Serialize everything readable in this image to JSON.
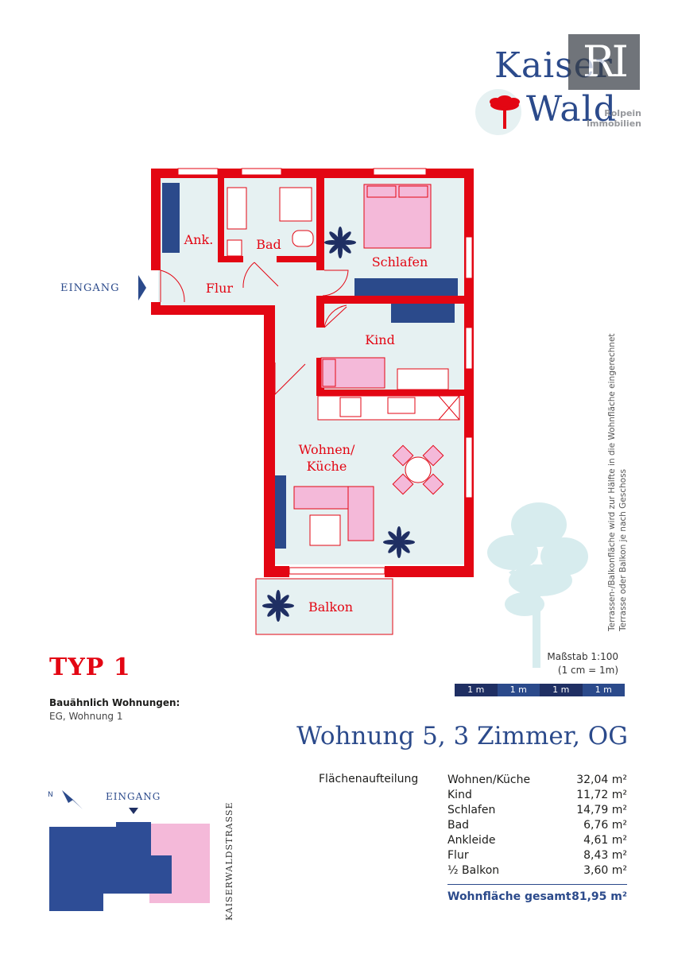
{
  "logo": {
    "line1": "Kaiser",
    "line2": "Wald",
    "overlay_mark": "RI",
    "overlay_line1": "Rolpein",
    "overlay_line2": "Immobilien"
  },
  "plan": {
    "entrance": "EINGANG",
    "rooms": {
      "ankleide": "Ank.",
      "bad": "Bad",
      "flur": "Flur",
      "schlafen": "Schlafen",
      "kind": "Kind",
      "wohnen_line1": "Wohnen/",
      "wohnen_line2": "Küche",
      "balkon": "Balkon"
    }
  },
  "side_note": {
    "line1": "Terrassen-/Balkonfläche wird zur Hälfte in die Wohnfläche eingerechnet",
    "line2": "Terrasse oder Balkon je nach Geschoss"
  },
  "scale": {
    "label": "Maßstab 1:100",
    "sub": "(1 cm = 1m)",
    "segments": [
      "1 m",
      "1 m",
      "1 m",
      "1 m"
    ],
    "segment_colors": [
      "#1f2f63",
      "#2b4a8b",
      "#1f2f63",
      "#2b4a8b"
    ]
  },
  "type": {
    "title": "TYP 1",
    "similar_heading": "Bauähnlich Wohnungen:",
    "similar_value": "EG, Wohnung 1"
  },
  "apartment_title": "Wohnung 5, 3 Zimmer, OG",
  "areas": {
    "heading": "Flächenaufteilung",
    "rows": [
      {
        "room": "Wohnen/Küche",
        "value": "32,04 m²"
      },
      {
        "room": "Kind",
        "value": "11,72 m²"
      },
      {
        "room": "Schlafen",
        "value": "14,79 m²"
      },
      {
        "room": "Bad",
        "value": "6,76 m²"
      },
      {
        "room": "Ankleide",
        "value": "4,61 m²"
      },
      {
        "room": "Flur",
        "value": "8,43 m²"
      },
      {
        "room": "½ Balkon",
        "value": "3,60 m²"
      }
    ],
    "total_label": "Wohnfläche gesamt",
    "total_value": "81,95 m²"
  },
  "site_plan": {
    "entrance": "EINGANG",
    "street": "KAISERWALDSTRASSE"
  },
  "colors": {
    "wall": "#e30613",
    "floor": "#e6f1f2",
    "furniture": "#f4b9d9",
    "navy": "#2b4a8b",
    "building": "#2e4d96"
  }
}
